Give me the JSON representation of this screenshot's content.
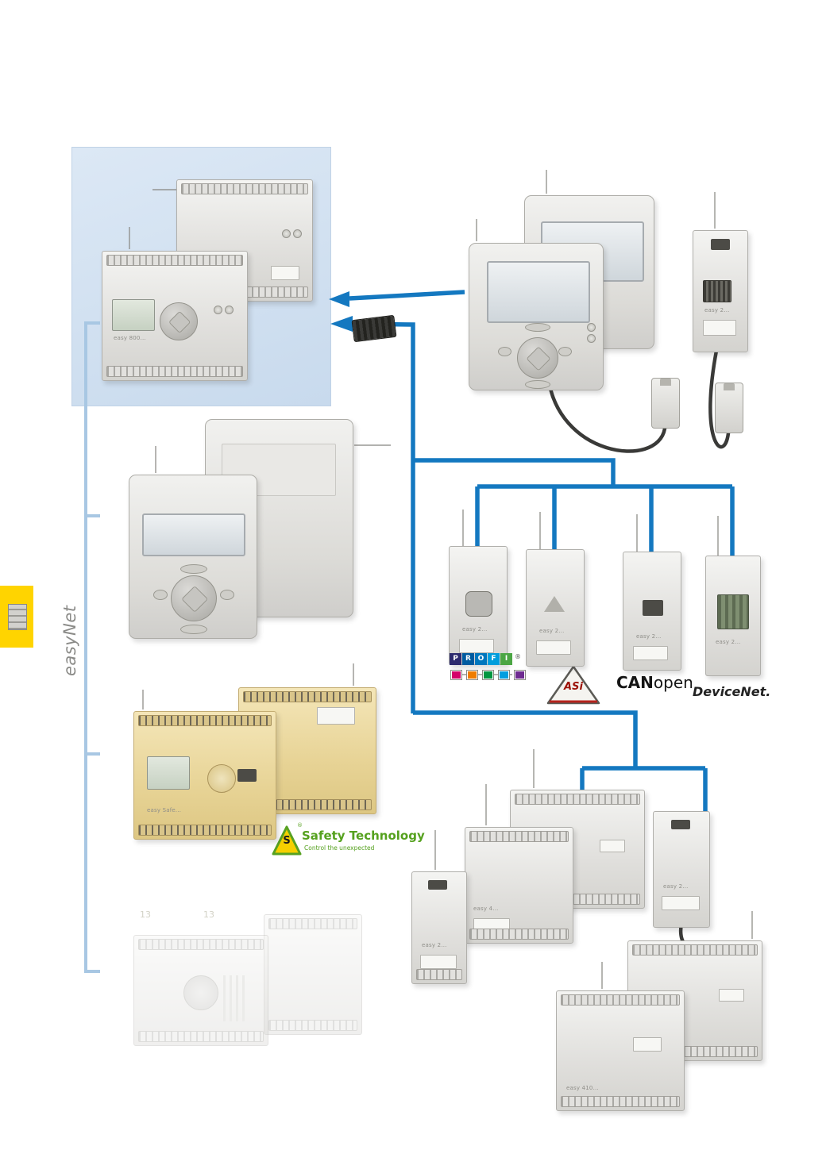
{
  "page": {
    "background": "#ffffff"
  },
  "colors": {
    "network_blue": "#1478c0",
    "rail_blue": "#a8c7e3",
    "highlight_panel_blue": "#cfdeef",
    "brand_yellow": "#ffd400",
    "safety_green": "#55a11e"
  },
  "easynet": {
    "label": "easyNet"
  },
  "device_labels": {
    "easy800": "easy 800...",
    "remote_module": "easy 2...",
    "gateway_profibus": "easy 2...",
    "gateway_asi": "easy 2...",
    "gateway_canopen": "easy 2...",
    "gateway_devicenet": "easy 2...",
    "safety_relay": "easy Safe...",
    "io_expansion": "easy 4...",
    "coupler_remote": "easy 2...",
    "coupler_local": "easy 2...",
    "expansion_410": "easy 410...",
    "ghost_mark_left": "13",
    "ghost_mark_right": "13"
  },
  "logos": {
    "profibus": {
      "letters": [
        "P",
        "R",
        "O",
        "F",
        "I"
      ],
      "reg": "®"
    },
    "asi": {
      "text": "ASi"
    },
    "canopen": {
      "bold": "CAN",
      "light": "open"
    },
    "devicenet": {
      "text": "DeviceNet."
    },
    "safety": {
      "mark": "S",
      "reg": "®",
      "title": "Safety Technology",
      "subtitle": "Control the unexpected"
    }
  }
}
